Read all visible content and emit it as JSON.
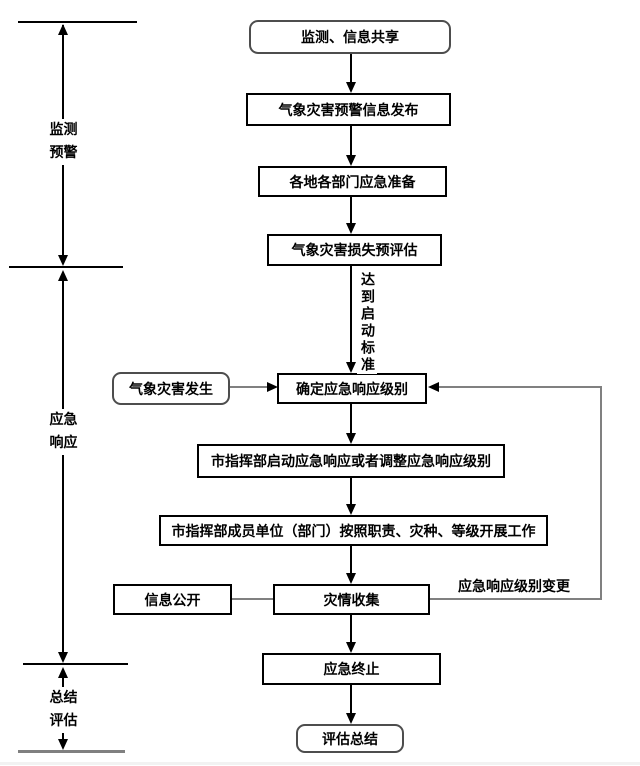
{
  "diagram": {
    "title_semantic": "meteorological-disaster-emergency-response-flowchart",
    "phases": [
      {
        "label": "监测\n预警"
      },
      {
        "label": "应急\n响应"
      },
      {
        "label": "总结\n评估"
      }
    ],
    "nodes": {
      "monitor_share": "监测、信息共享",
      "warning_release": "气象灾害预警信息发布",
      "preparation": "各地各部门应急准备",
      "loss_preassessment": "气象灾害损失预评估",
      "disaster_occurs": "气象灾害发生",
      "determine_level": "确定应急响应级别",
      "start_or_adjust": "市指挥部启动应急响应或者调整应急响应级别",
      "members_work": "市指挥部成员单位（部门）按照职责、灾种、等级开展工作",
      "info_disclosure": "信息公开",
      "disaster_collection": "灾情收集",
      "emergency_end": "应急终止",
      "evaluation_summary": "评估总结"
    },
    "edge_labels": {
      "reach_standard": "达到启动标准",
      "level_change": "应急响应级别变更"
    },
    "colors": {
      "line_black": "#000000",
      "line_gray": "#808080",
      "rounded_border": "#4d4d4d"
    }
  }
}
